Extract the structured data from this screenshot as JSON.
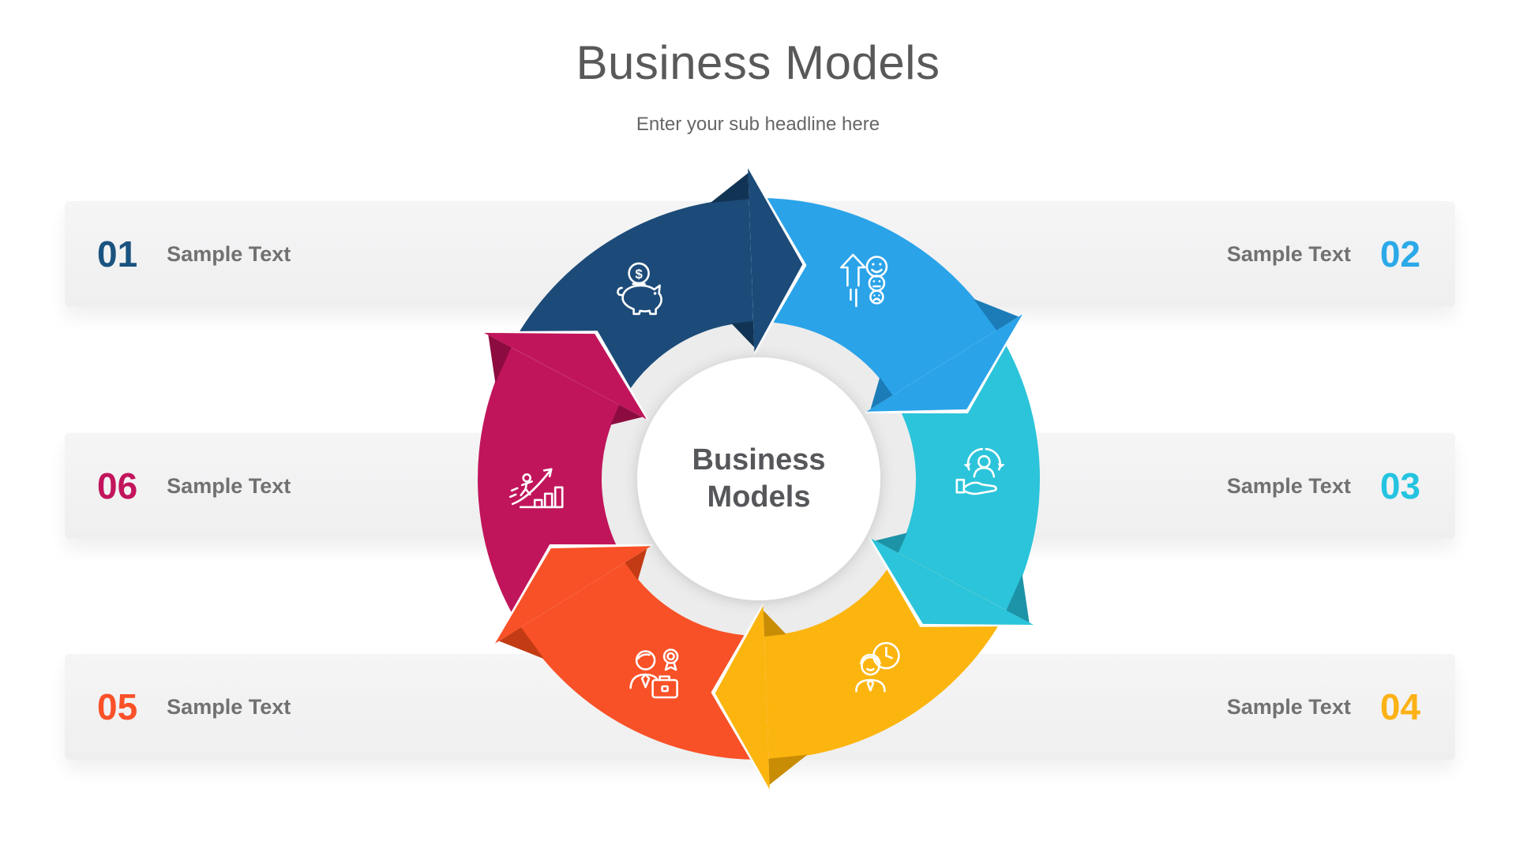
{
  "header": {
    "title": "Business Models",
    "subtitle": "Enter your sub headline here"
  },
  "rows": [
    {
      "left": {
        "number": "01",
        "label": "Sample Text",
        "color": "#1A5380"
      },
      "right": {
        "number": "02",
        "label": "Sample Text",
        "color": "#2BA9E8"
      }
    },
    {
      "left": {
        "number": "06",
        "label": "Sample Text",
        "color": "#C2155C"
      },
      "right": {
        "number": "03",
        "label": "Sample Text",
        "color": "#24C4E0"
      }
    },
    {
      "left": {
        "number": "05",
        "label": "Sample Text",
        "color": "#FA5129"
      },
      "right": {
        "number": "04",
        "label": "Sample Text",
        "color": "#FCB216"
      }
    }
  ],
  "wheel": {
    "center_lines": [
      "Business",
      "Models"
    ],
    "center_text_color": "#56575A",
    "ring_color": "#ECECEC",
    "center_fill": "#FFFFFF",
    "segments": [
      {
        "icon": "piggy-bank-icon",
        "color": "#1C4B79",
        "fold_color": "#123454"
      },
      {
        "icon": "satisfaction-smileys-icon",
        "color": "#2AA3E9",
        "fold_color": "#1B7CB8"
      },
      {
        "icon": "customer-retention-icon",
        "color": "#2BC4DA",
        "fold_color": "#1D93A8"
      },
      {
        "icon": "person-clock-icon",
        "color": "#FCB50F",
        "fold_color": "#C98C05"
      },
      {
        "icon": "person-badge-icon",
        "color": "#F95127",
        "fold_color": "#C23B14"
      },
      {
        "icon": "growth-arrow-icon",
        "color": "#C1155B",
        "fold_color": "#8D0C40"
      }
    ]
  },
  "style_colors": {
    "bar_background": "#F2F2F3",
    "label_gray": "#717171",
    "title_gray": "#595959"
  }
}
